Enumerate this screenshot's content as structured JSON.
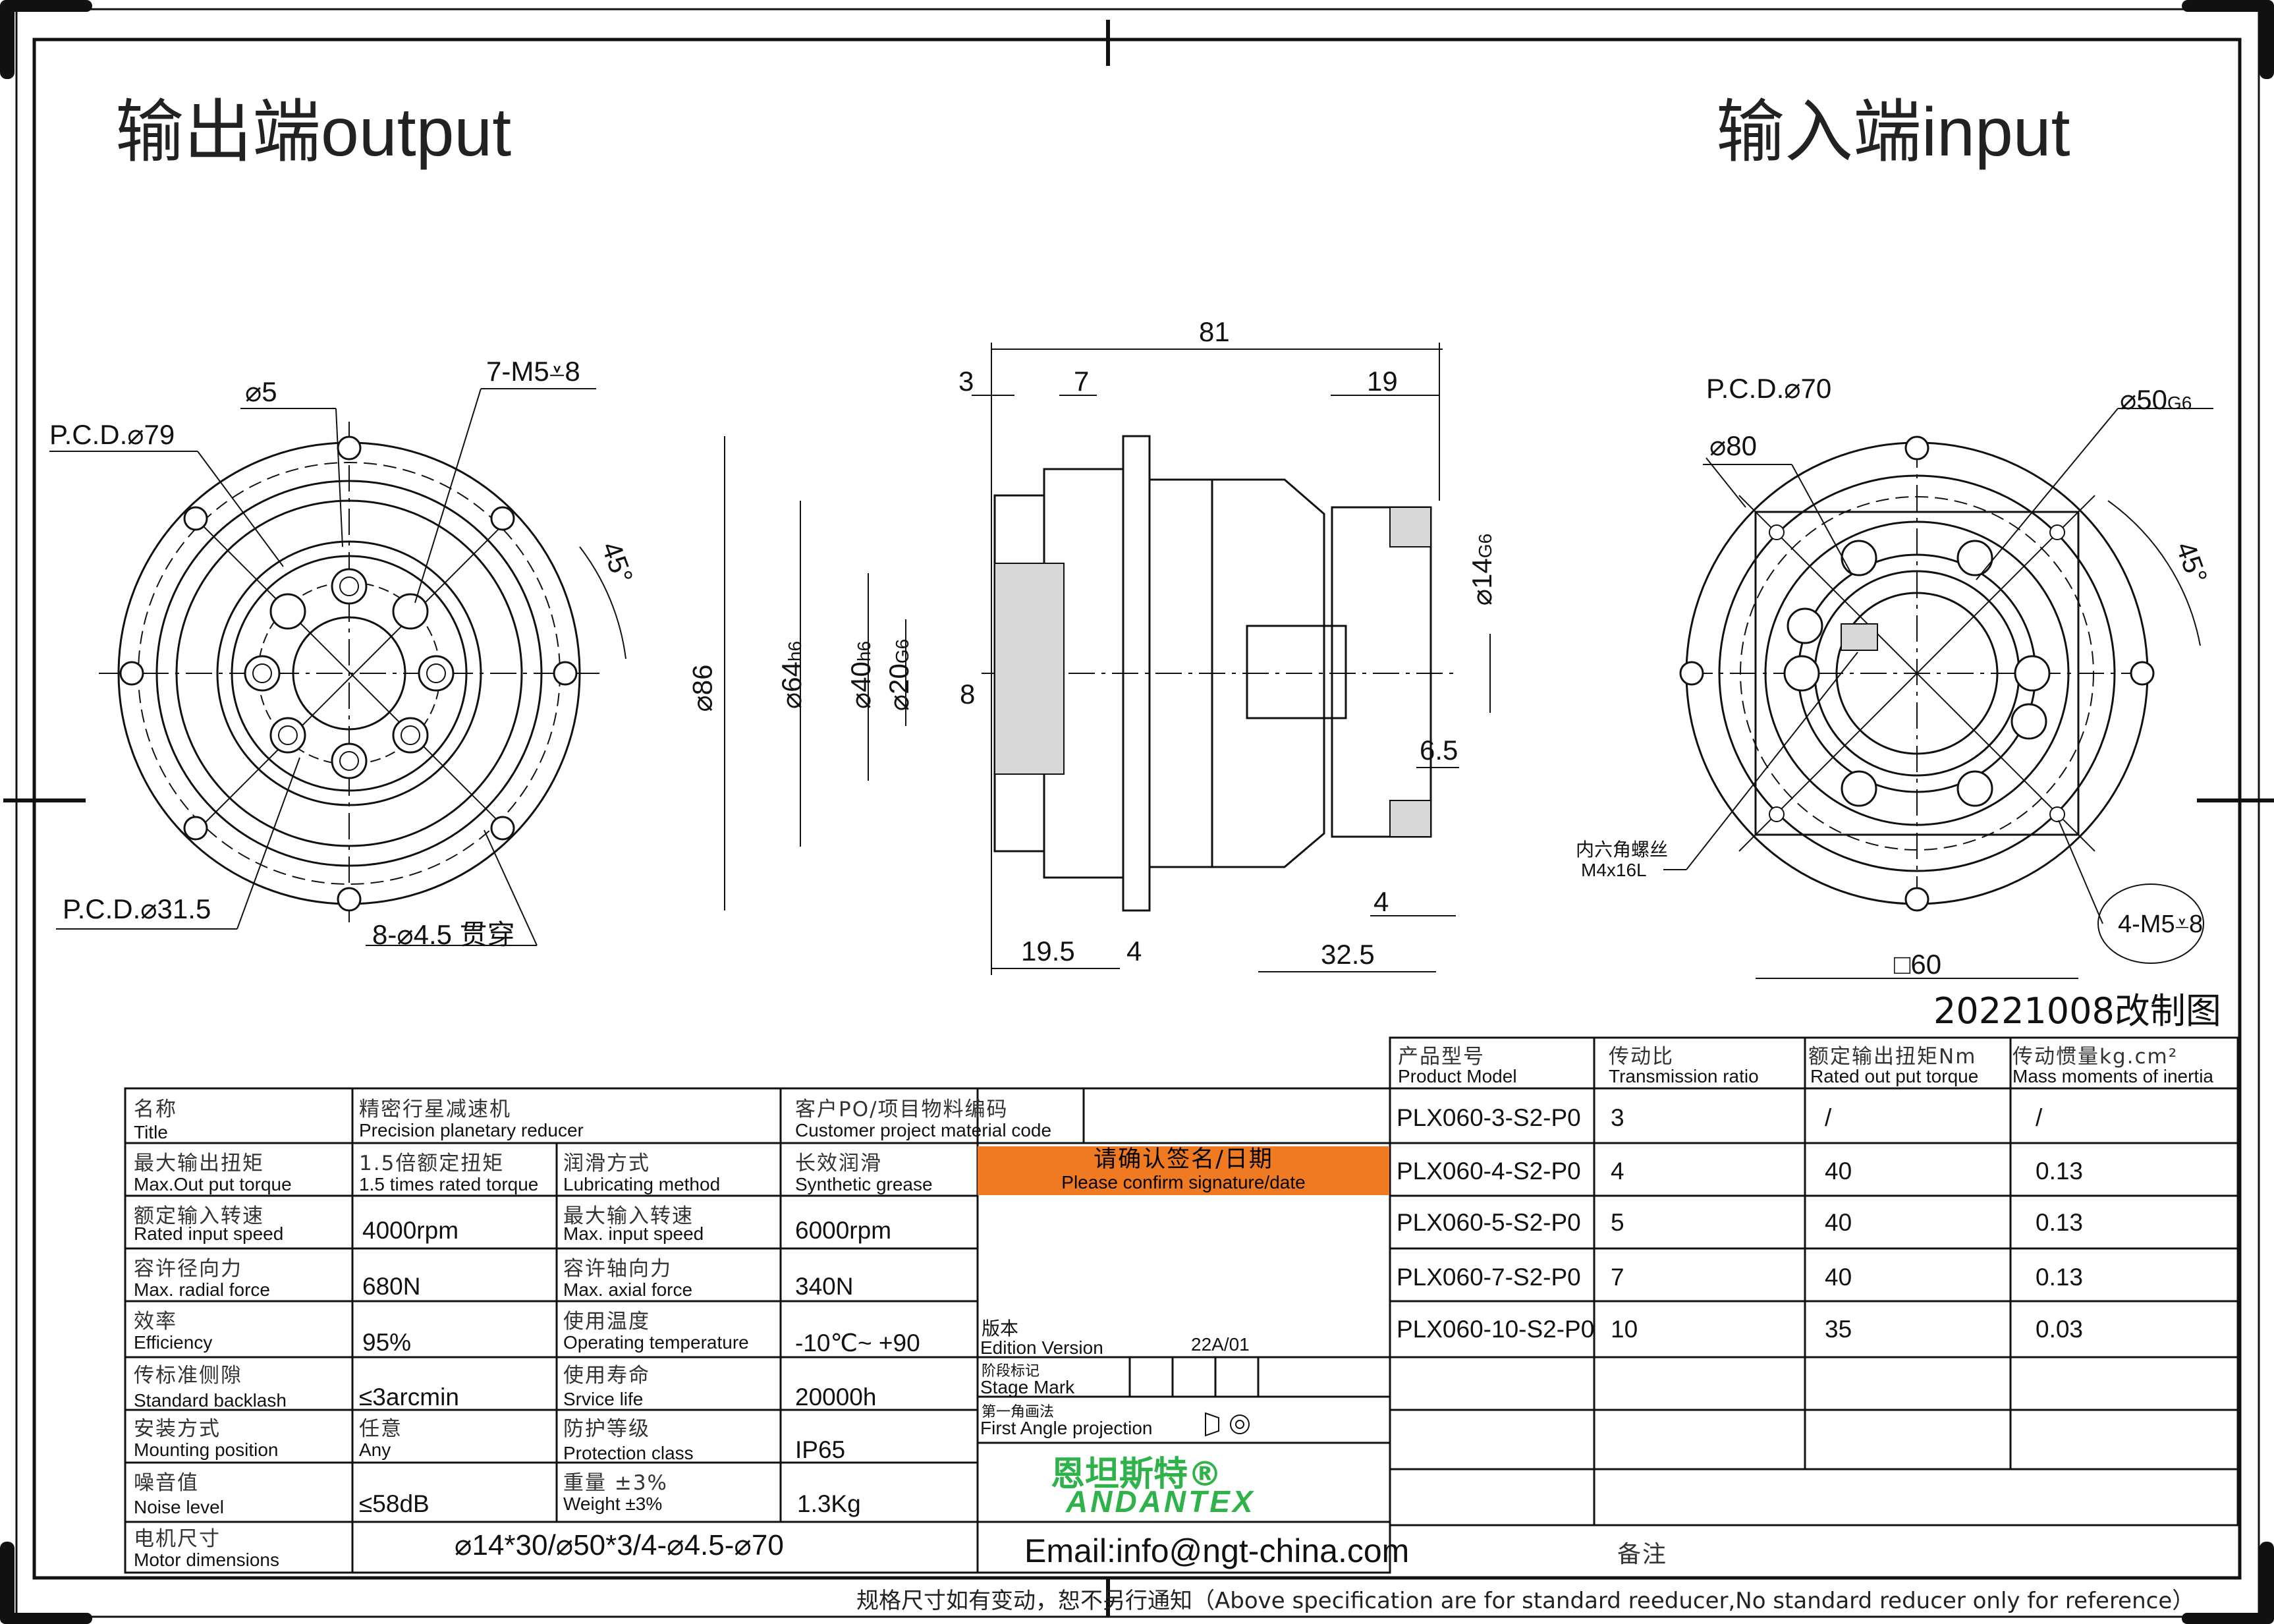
{
  "header": {
    "output_cn": "输出端",
    "output_en": "output",
    "input_cn": "输入端",
    "input_en": "input"
  },
  "left_view": {
    "pcd79": "P.C.D.⌀79",
    "d5": "⌀5",
    "m5": "7-M5⩡8",
    "angle": "45°",
    "pcd315": "P.C.D.⌀31.5",
    "holes": "8-⌀4.5 贯穿"
  },
  "side_view": {
    "d81": "81",
    "d3": "3",
    "d7": "7",
    "d19": "19",
    "d86": "⌀86",
    "d64": "⌀64",
    "d64_tol": "h6",
    "d40": "⌀40",
    "d40_tol": "h6",
    "d20": "⌀20",
    "d20_tol": "G6",
    "d8": "8",
    "d14": "⌀14",
    "d14_tol": "G6",
    "d65": "6.5",
    "d4b": "4",
    "d195": "19.5",
    "d4": "4",
    "d325": "32.5"
  },
  "right_view": {
    "pcd70": "P.C.D.⌀70",
    "d50": "⌀50",
    "d50_tol": "G6",
    "d80": "⌀80",
    "angle": "45°",
    "screw_cn": "内六角螺丝",
    "screw_en": "M4x16L",
    "m5": "4-M5⩡8",
    "sq60": "□60"
  },
  "revision": "20221008改制图",
  "model_table": {
    "headers": [
      {
        "cn": "产品型号",
        "en": "Product Model"
      },
      {
        "cn": "传动比",
        "en": "Transmission ratio"
      },
      {
        "cn": "额定输出扭矩Nm",
        "en": "Rated out put torque"
      },
      {
        "cn": "传动惯量kg.cm²",
        "en": "Mass moments of inertia"
      }
    ],
    "rows": [
      [
        "PLX060-3-S2-P0",
        "3",
        "/",
        "/"
      ],
      [
        "PLX060-4-S2-P0",
        "4",
        "40",
        "0.13"
      ],
      [
        "PLX060-5-S2-P0",
        "5",
        "40",
        "0.13"
      ],
      [
        "PLX060-7-S2-P0",
        "7",
        "40",
        "0.13"
      ],
      [
        "PLX060-10-S2-P0",
        "10",
        "35",
        "0.03"
      ]
    ]
  },
  "spec": {
    "title_cn": "名称",
    "title_en": "Title",
    "title_val_cn": "精密行星减速机",
    "title_val_en": "Precision planetary reducer",
    "customer_cn": "客户PO/项目物料编码",
    "customer_en": "Customer project material code",
    "maxout_cn": "最大输出扭矩",
    "maxout_en": "Max.Out put torque",
    "maxout_val_cn": "1.5倍额定扭矩",
    "maxout_val_en": "1.5 times rated torque",
    "lub_cn": "润滑方式",
    "lub_en": "Lubricating method",
    "lub_val_cn": "长效润滑",
    "lub_val_en": "Synthetic grease",
    "confirm_cn": "请确认签名/日期",
    "confirm_en": "Please confirm signature/date",
    "rin_cn": "额定输入转速",
    "rin_en": "Rated input speed",
    "rin_val": "4000rpm",
    "maxin_cn": "最大输入转速",
    "maxin_en": "Max. input speed",
    "maxin_val": "6000rpm",
    "radial_cn": "容许径向力",
    "radial_en": "Max. radial force",
    "radial_val": "680N",
    "axial_cn": "容许轴向力",
    "axial_en": "Max. axial force",
    "axial_val": "340N",
    "eff_cn": "效率",
    "eff_en": "Efficiency",
    "eff_val": "95%",
    "temp_cn": "使用温度",
    "temp_en": "Operating temperature",
    "temp_val": "-10℃~ +90",
    "edition_cn": "版本",
    "edition_en": "Edition Version",
    "edition_val": "22A/01",
    "backlash_cn": "传标准侧隙",
    "backlash_en": "Standard backlash",
    "backlash_val": "≤3arcmin",
    "life_cn": "使用寿命",
    "life_en": "Srvice life",
    "life_val": "20000h",
    "stage_cn": "阶段标记",
    "stage_en": "Stage Mark",
    "mount_cn": "安装方式",
    "mount_en": "Mounting position",
    "mount_val_cn": "任意",
    "mount_val_en": "Any",
    "prot_cn": "防护等级",
    "prot_en": "Protection class",
    "prot_val": "IP65",
    "proj_cn": "第一角画法",
    "proj_en": "First Angle projection",
    "noise_cn": "噪音值",
    "noise_en": "Noise level",
    "noise_val": "≤58dB",
    "weight_cn": "重量 ±3%",
    "weight_en": "Weight ±3%",
    "weight_val": "1.3Kg",
    "motor_cn": "电机尺寸",
    "motor_en": "Motor dimensions",
    "motor_val": "⌀14*30/⌀50*3/4-⌀4.5-⌀70",
    "email": "Email:info@ngt-china.com",
    "remark_cn": "备注",
    "logo_cn": "恩坦斯特®",
    "logo_en": "ANDANTEX"
  },
  "footer": "规格尺寸如有变动，恕不另行通知（Above specification are for standard reeducer,No standard reducer only for reference）",
  "colors": {
    "confirm_bg": "#f07a22",
    "logo": "#2fb24a",
    "line": "#111111"
  }
}
